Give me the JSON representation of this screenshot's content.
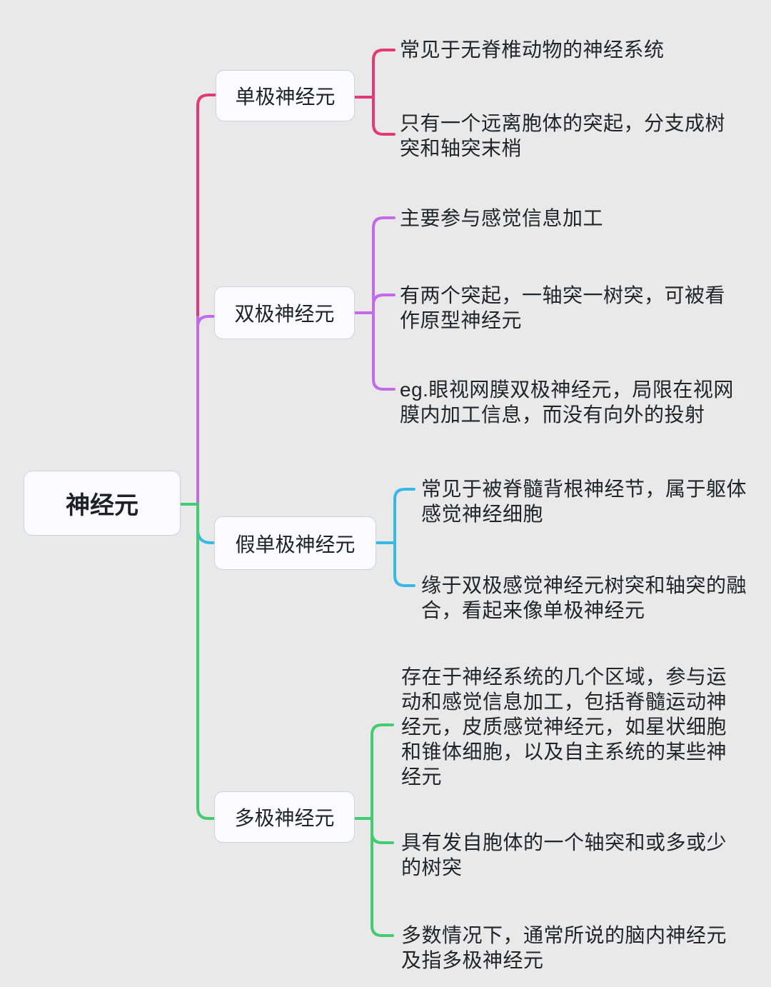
{
  "root": {
    "label": "神经元"
  },
  "branches": [
    {
      "id": "unipolar",
      "label": "单极神经元",
      "color": "#e23a77",
      "leaves": [
        "常见于无脊椎动物的神经系统",
        "只有一个远离胞体的突起，分支成树突和轴突末梢"
      ]
    },
    {
      "id": "bipolar",
      "label": "双极神经元",
      "color": "#c36ae8",
      "leaves": [
        "主要参与感觉信息加工",
        "有两个突起，一轴突一树突，可被看作原型神经元",
        "eg.眼视网膜双极神经元，局限在视网膜内加工信息，而没有向外的投射"
      ]
    },
    {
      "id": "pseudounipolar",
      "label": "假单极神经元",
      "color": "#38b8e8",
      "leaves": [
        "常见于被脊髓背根神经节，属于躯体感觉神经细胞",
        "缘于双极感觉神经元树突和轴突的融合，看起来像单极神经元"
      ]
    },
    {
      "id": "multipolar",
      "label": "多极神经元",
      "color": "#42cb71",
      "leaves": [
        "存在于神经系统的几个区域，参与运动和感觉信息加工，包括脊髓运动神经元，皮质感觉神经元，如星状细胞和锥体细胞，以及自主系统的某些神经元",
        "具有发自胞体的一个轴突和或多或少的树突",
        "多数情况下，通常所说的脑内神经元及指多极神经元"
      ]
    }
  ]
}
